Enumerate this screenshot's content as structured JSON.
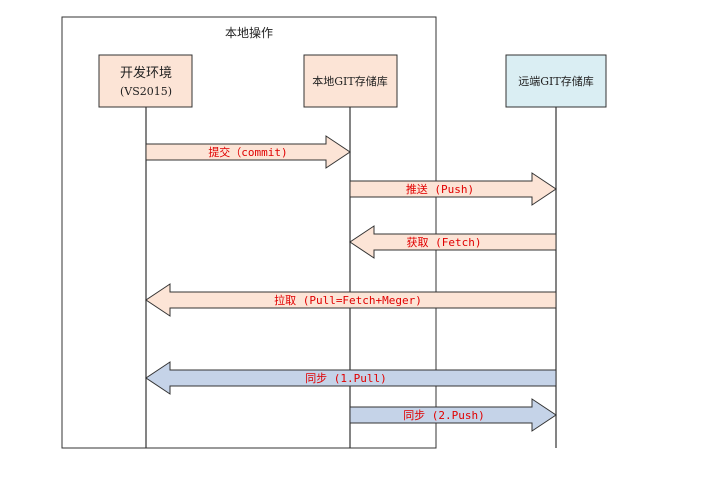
{
  "frame": {
    "label": "本地操作"
  },
  "participants": [
    {
      "id": "dev",
      "line1": "开发环境",
      "line2": "(VS2015)",
      "fill": "#fce4d6"
    },
    {
      "id": "local",
      "line1": "本地GIT存储库",
      "line2": "",
      "fill": "#fce4d6"
    },
    {
      "id": "remote",
      "line1": "远端GIT存储库",
      "line2": "",
      "fill": "#daeef3"
    }
  ],
  "messages": [
    {
      "label": "提交（commit)",
      "from": "dev",
      "to": "local",
      "fill": "#fce4d6"
    },
    {
      "label": "推送 (Push)",
      "from": "local",
      "to": "remote",
      "fill": "#fce4d6"
    },
    {
      "label": "获取 (Fetch)",
      "from": "remote",
      "to": "local",
      "fill": "#fce4d6"
    },
    {
      "label": "拉取 (Pull=Fetch+Meger)",
      "from": "remote",
      "to": "dev",
      "fill": "#fce4d6"
    },
    {
      "label": "同步 (1.Pull)",
      "from": "remote",
      "to": "dev",
      "fill": "#c5d3e8"
    },
    {
      "label": "同步 (2.Push)",
      "from": "local",
      "to": "remote",
      "fill": "#c5d3e8"
    }
  ],
  "colors": {
    "label_text": "#e00000",
    "stroke": "#333333"
  }
}
